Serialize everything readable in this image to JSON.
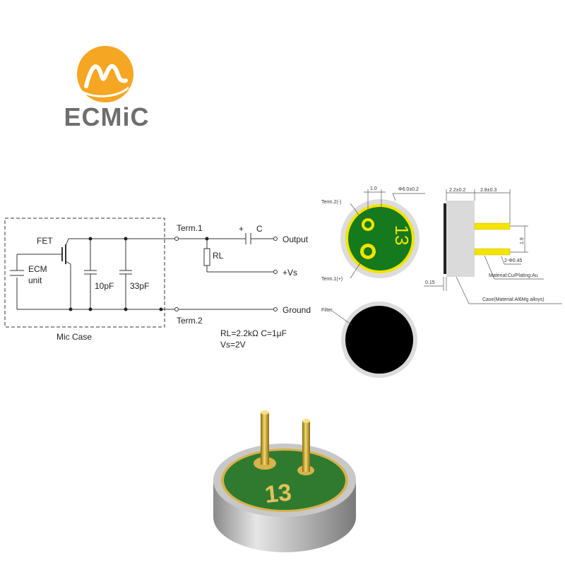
{
  "brand": {
    "name": "ECMiC",
    "colors": {
      "orange": "#F5A623",
      "gray": "#6E6E6E",
      "accent": "#F5A623"
    }
  },
  "circuit": {
    "labels": {
      "fet": "FET",
      "ecm": "ECM",
      "unit": "unit",
      "cap1": "10pF",
      "cap2": "33pF",
      "mic_case": "Mic Case",
      "term1": "Term.1",
      "term2": "Term.2",
      "plus": "+",
      "c": "C",
      "rl": "RL",
      "output": "Output",
      "vs": "+Vs",
      "ground": "Ground"
    },
    "specs": {
      "line1": "RL=2.2kΩ   C=1μF",
      "line2": "Vs=2V"
    }
  },
  "drawing": {
    "pin_view": {
      "dim_pitch": "1.0",
      "dim_diameter": "Φ6.0±0.2",
      "term2_label": "Term.2(-)",
      "term1_label": "Term.1(+)",
      "marking": "13"
    },
    "side_view": {
      "dim_body": "2.2±0.2",
      "dim_pin": "2.8±0.3",
      "dim_spacing": "1.9",
      "pin_dia": "2-Φ0.45",
      "material_pins": "Material:Cu/Plating:Au",
      "dim_filter": "0.15",
      "material_case": "Case(Material:Al6Mg alloys)"
    },
    "filter_view": {
      "label": "Filter"
    }
  },
  "photo": {
    "marking": "13"
  }
}
